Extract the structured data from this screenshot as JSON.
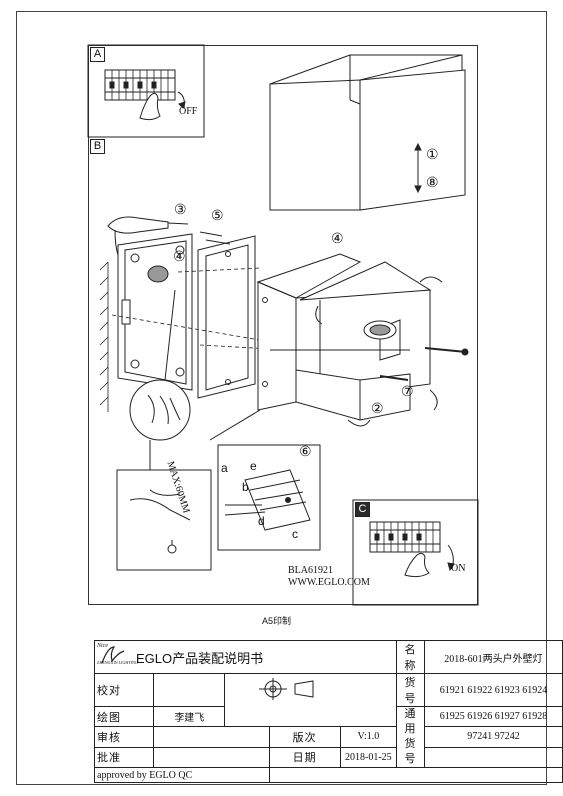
{
  "panels": {
    "a": {
      "tag": "A",
      "action_label": "OFF"
    },
    "b": {
      "tag": "B"
    },
    "c": {
      "tag": "C",
      "action_label": "ON"
    }
  },
  "step_labels": {
    "s1": "①",
    "s8": "⑧",
    "s3": "③",
    "s5": "⑤",
    "s4_top": "④",
    "s4_left": "④",
    "s7": "⑦",
    "s2": "②",
    "s6": "⑥"
  },
  "wire_letters": [
    "a",
    "e",
    "b",
    "d",
    "c"
  ],
  "max_note": "MAX:60MM",
  "model_code": "BLA61921",
  "website": "WWW.EGLO.COM",
  "print_note": "A5印制",
  "title_block": {
    "brand_top": "Nice",
    "brand_sub": "ZHENGXIN LIGHTING",
    "doc_title": "EGLO产品装配说明书",
    "name_label": "名称",
    "name_value": "2018-601两头户外壁灯",
    "check_label": "校对",
    "item_no_label": "货号",
    "item_no_value": "61921 61922 61923 61924",
    "drawing_label": "绘图",
    "drawer_name": "李建飞",
    "general_label_1": "通用",
    "general_label_2": "货号",
    "general_value_1": "61925 61926 61927 61928",
    "general_value_2": "97241 97242",
    "review_label": "审核",
    "version_label": "版次",
    "version_value": "V:1.0",
    "approve_label": "批准",
    "date_label": "日期",
    "date_value": "2018-01-25",
    "approved_by": "approved by EGLO QC"
  }
}
